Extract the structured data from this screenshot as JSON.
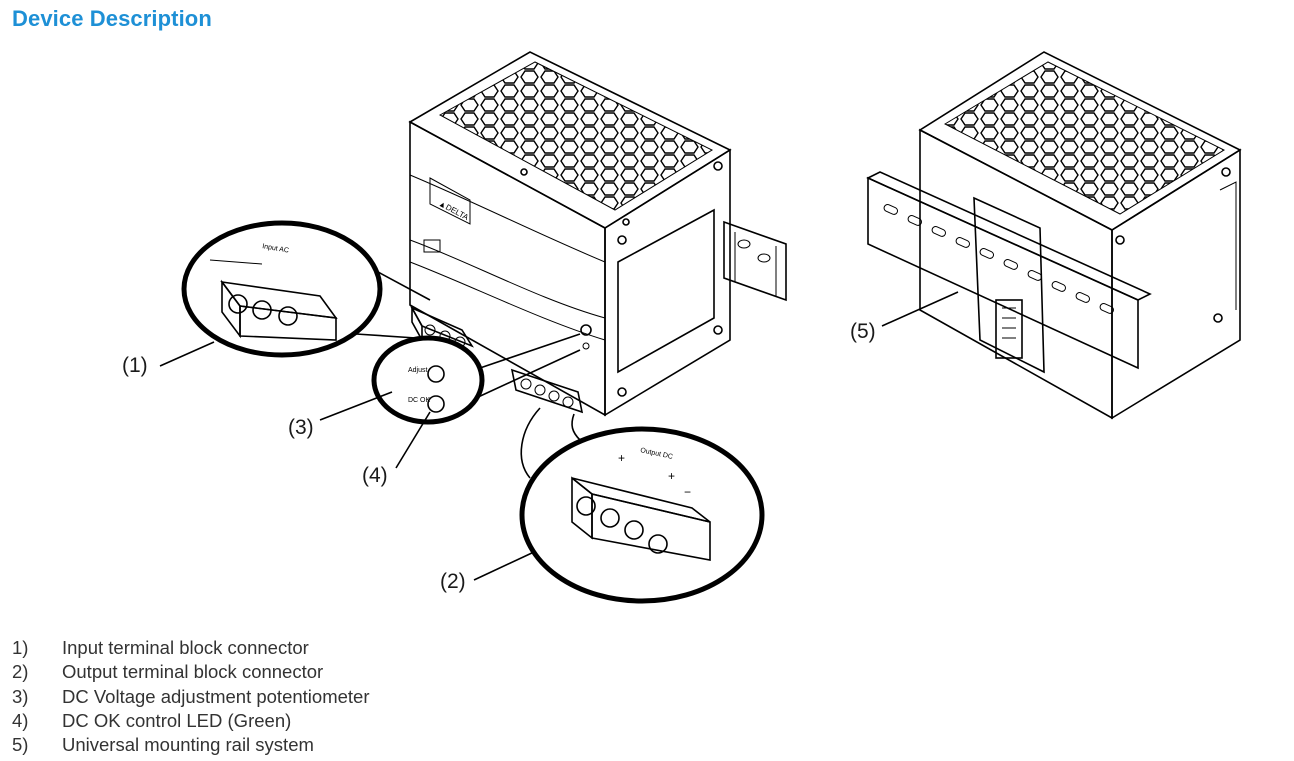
{
  "heading": "Device Description",
  "callouts": {
    "c1": "(1)",
    "c2": "(2)",
    "c3": "(3)",
    "c4": "(4)",
    "c5": "(5)"
  },
  "items": [
    {
      "num": "1)",
      "text": "Input terminal block connector"
    },
    {
      "num": "2)",
      "text": "Output terminal block connector"
    },
    {
      "num": "3)",
      "text": "DC Voltage adjustment potentiometer"
    },
    {
      "num": "4)",
      "text": "DC OK control LED (Green)"
    },
    {
      "num": "5)",
      "text": "Universal mounting rail system"
    }
  ]
}
